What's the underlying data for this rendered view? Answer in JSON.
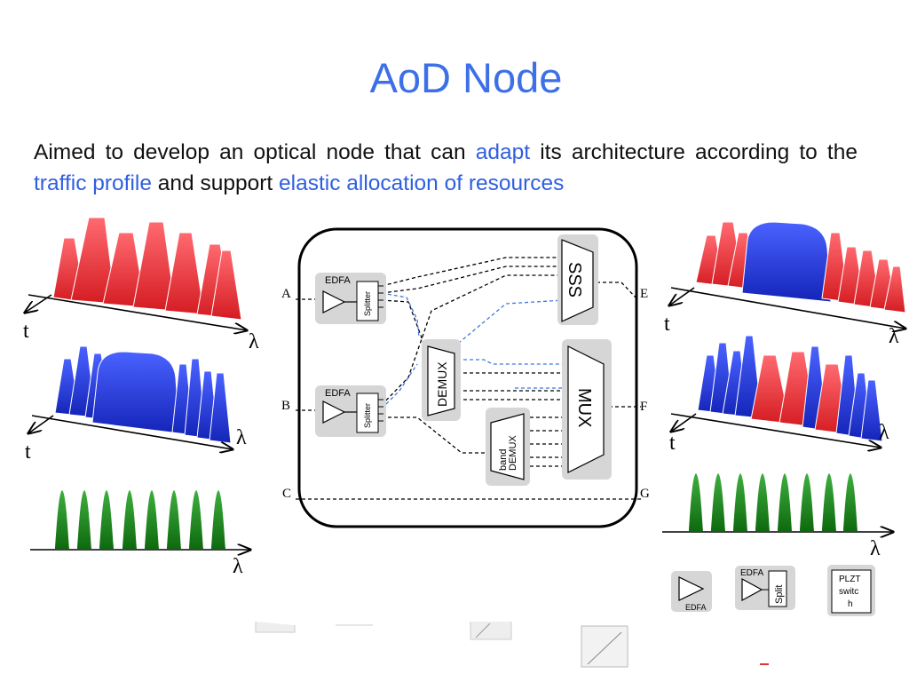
{
  "title": "AoD Node",
  "intro": {
    "p1": "Aimed to develop an optical node that can ",
    "h1": "adapt",
    "p2": " its architecture according to the ",
    "h2": "traffic profile",
    "p3": " and support ",
    "h3": "elastic allocation of resources"
  },
  "axis": {
    "time": "t",
    "wavelength": "λ"
  },
  "ports": {
    "in": [
      "A",
      "B",
      "C"
    ],
    "out": [
      "E",
      "F",
      "G"
    ]
  },
  "blocks": {
    "edfa": "EDFA",
    "splitter": "Splitter",
    "sss": "SSS",
    "demux": "DEMUX",
    "band_demux_1": "band",
    "band_demux_2": "DEMUX",
    "mux": "MUX"
  },
  "legend": {
    "edfa": "EDFA",
    "edfa_split_a": "EDFA",
    "edfa_split_b": "Split",
    "plzt_1": "PLZT",
    "plzt_2": "switc",
    "plzt_3": "h"
  },
  "colors": {
    "accent": "#3d6fe8",
    "red_spectrum": "#e8343a",
    "blue_spectrum": "#2338d0",
    "green_spectrum": "#1f8a1f",
    "component_fill": "#d6d6d6",
    "node_border": "#000000"
  }
}
